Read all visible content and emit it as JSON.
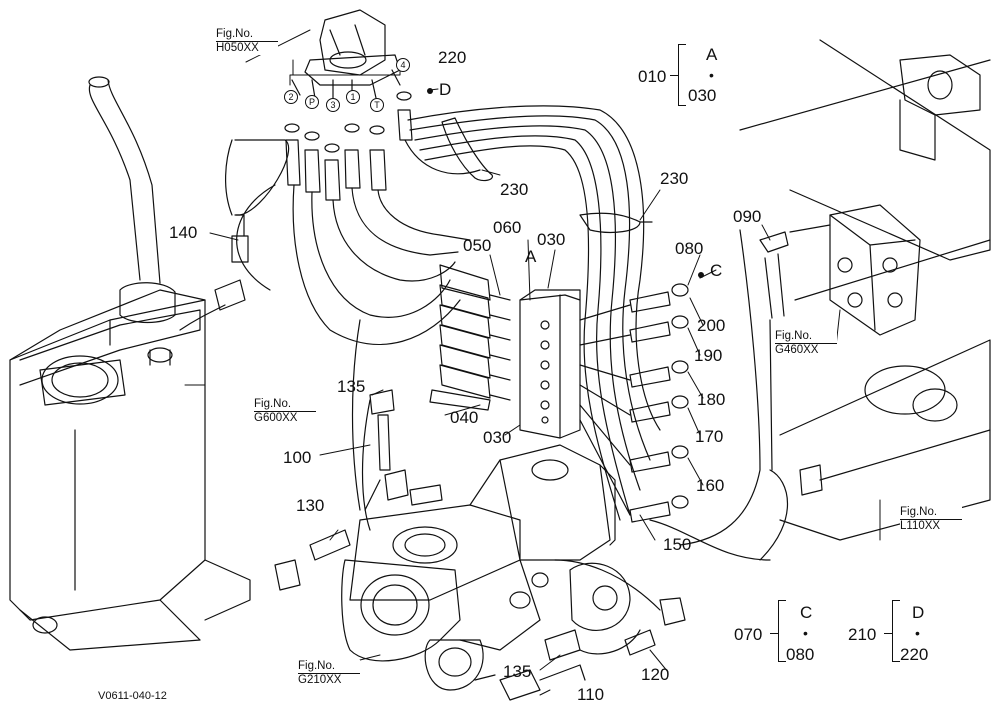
{
  "ref_code": "V0611-040-12",
  "fig_refs": {
    "h050": "Fig.No. H050XX",
    "g460": "Fig.No. G460XX",
    "g600": "Fig.No. G600XX",
    "l110": "Fig.No. L110XX",
    "g210": "Fig.No. G210XX"
  },
  "fig_ref_parts": {
    "label": "Fig.No.",
    "h050": "H050XX",
    "g460": "G460XX",
    "g600": "G600XX",
    "l110": "L110XX",
    "g210": "G210XX"
  },
  "parts": {
    "p010": "010",
    "p030": "030",
    "p040": "040",
    "p050": "050",
    "p060": "060",
    "p070": "070",
    "p080": "080",
    "p090": "090",
    "p100": "100",
    "p110": "110",
    "p120": "120",
    "p130": "130",
    "p135a": "135",
    "p135b": "135",
    "p140": "140",
    "p150": "150",
    "p160": "160",
    "p170": "170",
    "p180": "180",
    "p190": "190",
    "p200": "200",
    "p210": "210",
    "p220": "220",
    "p230a": "230",
    "p230b": "230",
    "p030b": "030",
    "p030c": "030",
    "p080b": "080"
  },
  "callouts": {
    "a": "A",
    "c": "C",
    "d": "D"
  },
  "groups": {
    "g010": {
      "lead": "010",
      "letter": "A",
      "dot": "•",
      "end": "030"
    },
    "g070": {
      "lead": "070",
      "letter": "C",
      "dot": "•",
      "end": "080"
    },
    "g210": {
      "lead": "210",
      "letter": "D",
      "dot": "•",
      "end": "220"
    }
  },
  "port_marks": [
    "2",
    "P",
    "3",
    "1",
    "T",
    "4"
  ]
}
